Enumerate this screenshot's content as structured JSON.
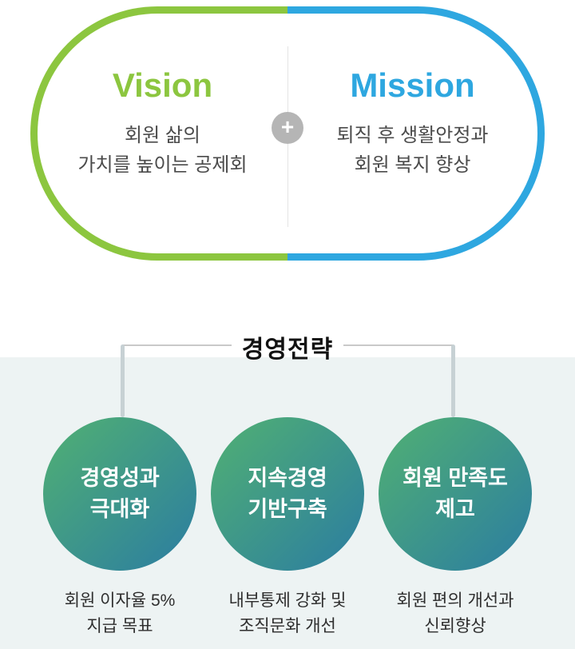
{
  "hero": {
    "vision": {
      "title": "Vision",
      "line1": "회원 삶의",
      "line2": "가치를 높이는 공제회"
    },
    "mission": {
      "title": "Mission",
      "line1": "퇴직 후 생활안정과",
      "line2": "회원 복지 향상"
    },
    "plus_label": "+",
    "colors": {
      "vision_green": "#8cc63f",
      "mission_blue": "#2ea7e0"
    }
  },
  "strategy": {
    "title": "경영전략",
    "circle_gradient": [
      "#4fae75",
      "#2d7f9f"
    ],
    "items": [
      {
        "circle_line1": "경영성과",
        "circle_line2": "극대화",
        "caption_line1": "회원 이자율 5%",
        "caption_line2": "지급 목표"
      },
      {
        "circle_line1": "지속경영",
        "circle_line2": "기반구축",
        "caption_line1": "내부통제 강화 및",
        "caption_line2": "조직문화 개선"
      },
      {
        "circle_line1": "회원 만족도",
        "circle_line2": "제고",
        "caption_line1": "회원 편의 개선과",
        "caption_line2": "신뢰향상"
      }
    ]
  }
}
